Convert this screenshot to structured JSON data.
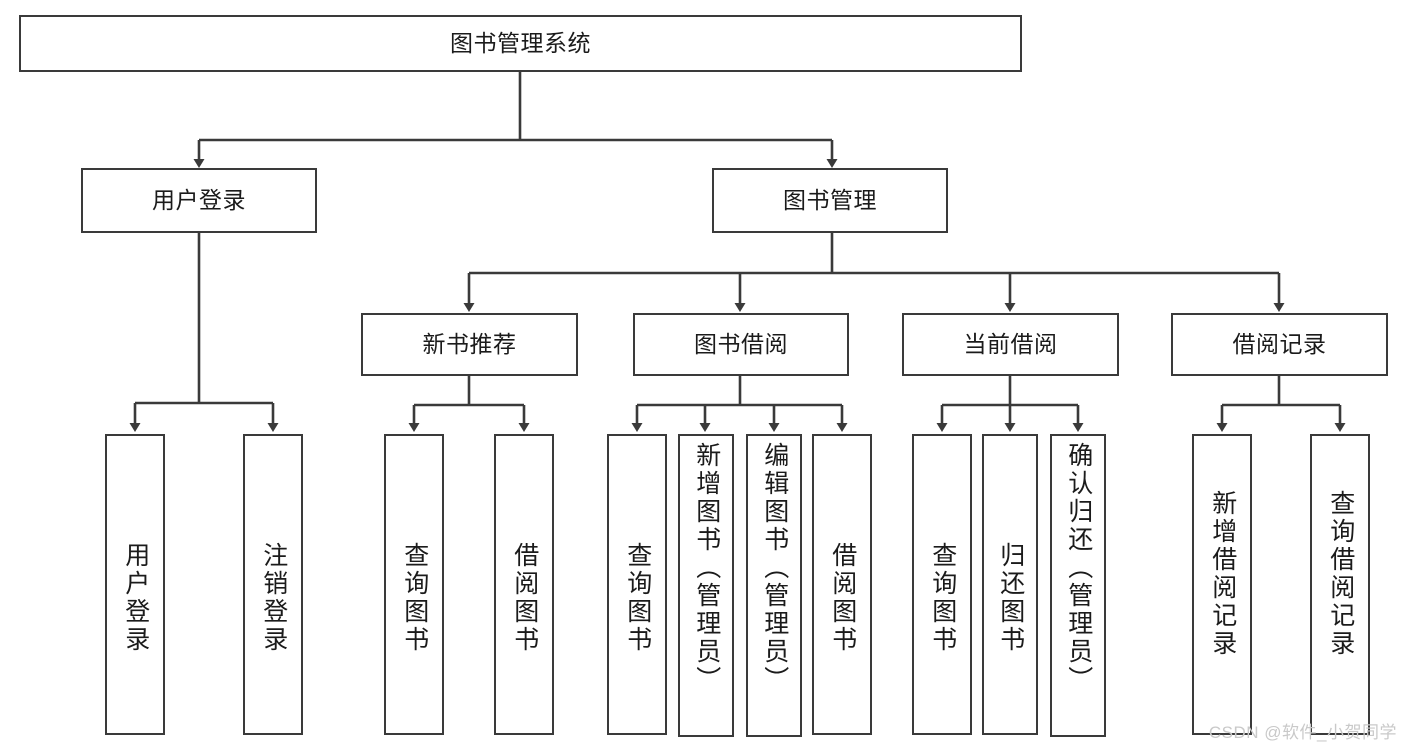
{
  "diagram": {
    "title": "图书管理系统",
    "type": "hierarchy-tree",
    "root": {
      "label": "图书管理系统"
    },
    "level1": [
      {
        "label": "用户登录"
      },
      {
        "label": "图书管理"
      }
    ],
    "level2": [
      {
        "label": "新书推荐"
      },
      {
        "label": "图书借阅"
      },
      {
        "label": "当前借阅"
      },
      {
        "label": "借阅记录"
      }
    ],
    "leaves": {
      "user_login": [
        {
          "label": "用户登录"
        },
        {
          "label": "注销登录"
        }
      ],
      "new_book": [
        {
          "label": "查询图书"
        },
        {
          "label": "借阅图书"
        }
      ],
      "book_borrow": [
        {
          "label": "查询图书"
        },
        {
          "label": "新增图书（管理员）"
        },
        {
          "label": "编辑图书（管理员）"
        },
        {
          "label": "借阅图书"
        }
      ],
      "current_borrow": [
        {
          "label": "查询图书"
        },
        {
          "label": "归还图书"
        },
        {
          "label": "确认归还（管理员）"
        }
      ],
      "borrow_record": [
        {
          "label": "新增借阅记录"
        },
        {
          "label": "查询借阅记录"
        }
      ]
    }
  },
  "watermark": {
    "text": "CSDN @软件_小贺同学"
  },
  "colors": {
    "stroke": "#3a3a3a",
    "fill": "#ffffff",
    "text": "#1b1b1b",
    "watermark": "#c9c9c9"
  }
}
